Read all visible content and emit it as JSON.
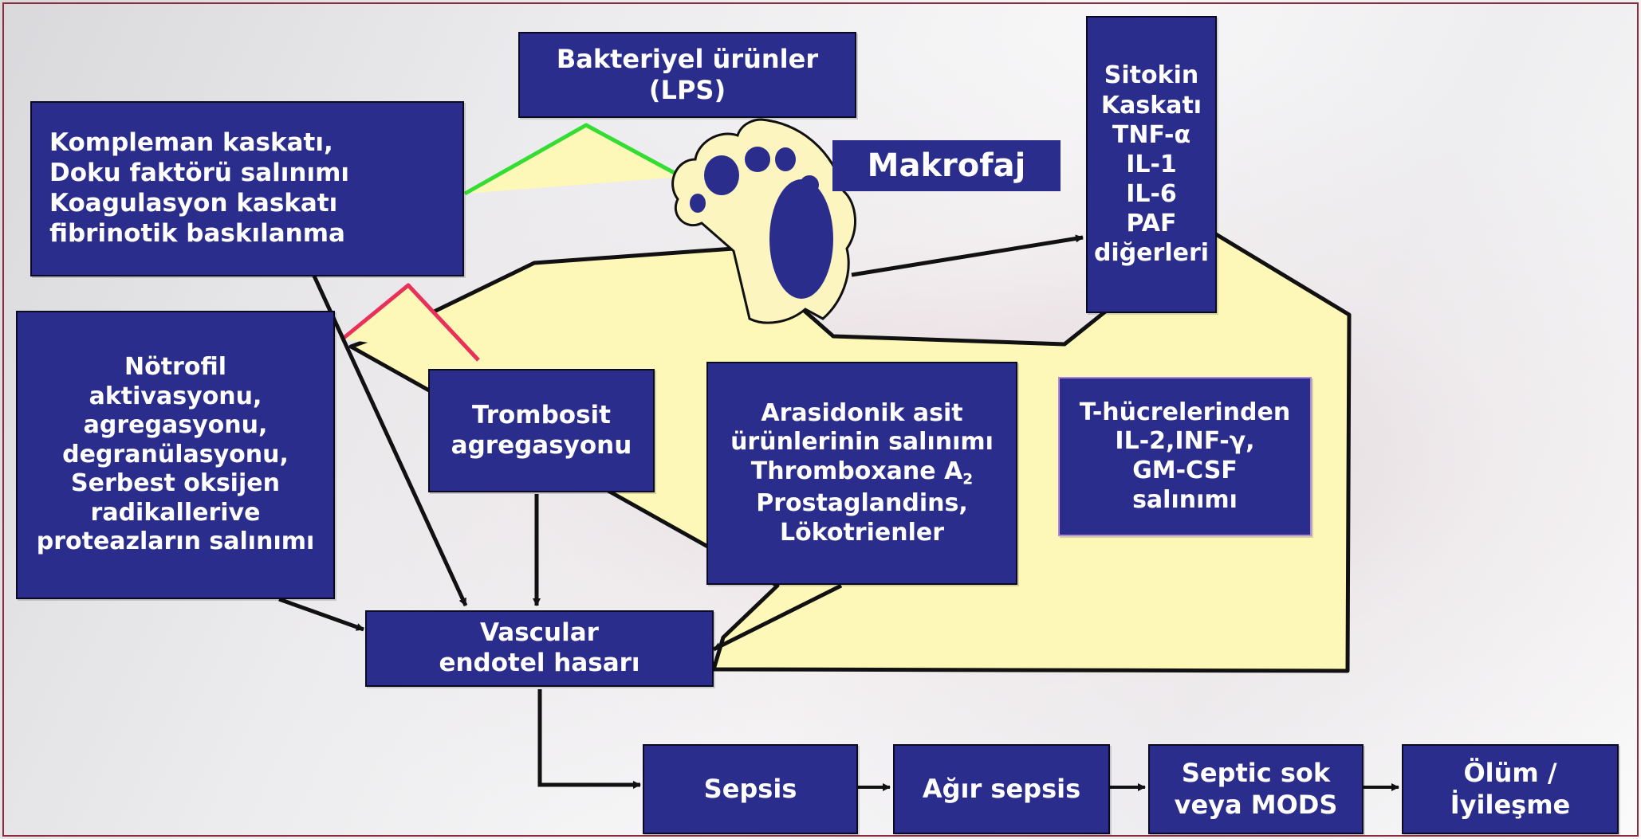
{
  "diagram": {
    "boxes": {
      "bakteriyel": "Bakteriyel ürünler\n(LPS)",
      "kompleman": "Kompleman kaskatı,\nDoku faktörü salınımı\nKoagulasyon kaskatı\nfibrinotik baskılanma",
      "makrofaj": "Makrofaj",
      "sitokin": "Sitokin\nKaskatı\nTNF-α\nIL-1\nIL-6\nPAF\ndiğerleri",
      "notrofil": "Nötrofil\naktivasyonu,\nagregasyonu,\ndegranülasyonu,\nSerbest oksijen\nradikallerive\nproteazların salınımı",
      "trombosit": "Trombosit\nagregasyonu",
      "arasidonik_before": "Arasidonik asit\nürünlerinin salınımı\nThromboxane A",
      "arasidonik_sub": "2",
      "arasidonik_after": "\nProstaglandins,\nLökotrienler",
      "tcell": "T-hücrelerinden\nIL-2,INF-γ,\nGM-CSF\nsalınımı",
      "vascular": "Vascular\nendotel hasarı",
      "sepsis": "Sepsis",
      "agir_sepsis": "Ağır sepsis",
      "septic": "Septic sok\nveya MODS",
      "olum": "Ölüm /\nİyileşme"
    },
    "colors": {
      "box_fill": "#2b2d8c",
      "box_text": "#ffffff",
      "arrow_fill": "#fdf8b8",
      "green_arrow": "#33dd33",
      "red_arrow": "#e8305a",
      "frame": "#8c2a3e",
      "macrophage_body": "#fdf5c0",
      "macrophage_nucleus": "#2b2d8c"
    }
  }
}
